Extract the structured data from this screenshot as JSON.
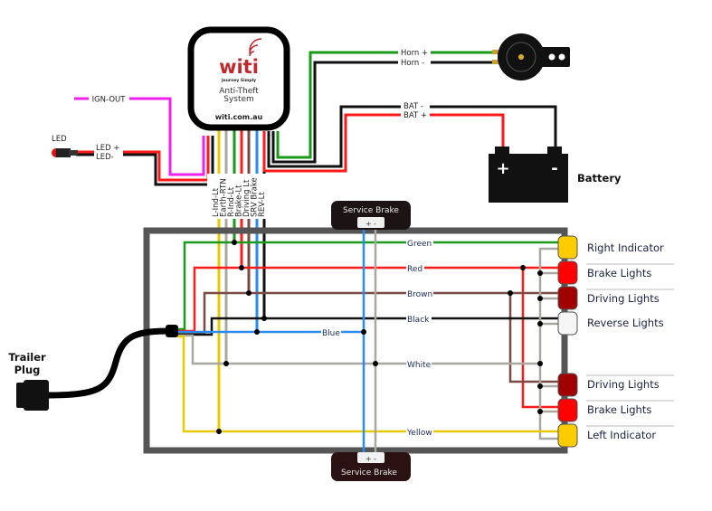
{
  "module": {
    "brand": "witi",
    "tagline": "Journey Simply",
    "title_line1": "Anti-Theft",
    "title_line2": "System",
    "website": "witi.com.au"
  },
  "colors": {
    "green": "#1a9a1a",
    "red": "#ff1a1a",
    "brown": "#7a4a44",
    "black": "#111111",
    "blue": "#2b8cf0",
    "white_wire": "#a8a8a0",
    "yellow": "#e8c800",
    "magenta": "#ee22ee",
    "frame": "#555555",
    "brand_red": "#c0282e",
    "lamp_amber": "#ffcc00",
    "lamp_red": "#ff0000",
    "lamp_darkred": "#a00000",
    "lamp_white": "#f5f5f5"
  },
  "ign_out_label": "IGN-OUT",
  "led": {
    "label": "LED",
    "pos_label": "LED +",
    "neg_label": "LED-"
  },
  "horn": {
    "pos_label": "Horn +",
    "neg_label": "Horn -"
  },
  "battery": {
    "neg_label": "BAT -",
    "pos_label": "BAT +",
    "name": "Battery",
    "plus_symbol": "+",
    "minus_symbol": "-"
  },
  "module_wires": [
    "L-Ind-Lt",
    "Earth-RTN",
    "R-Ind-Lt",
    "Brake-Lt",
    "Driving Lt",
    "SRV Brake",
    "REV-Lt"
  ],
  "service_brake": {
    "top_label": "Service Brake",
    "bottom_label": "Service Brake",
    "terminals": "+  -"
  },
  "trailer_plug": {
    "line1": "Trailer",
    "line2": "Plug"
  },
  "wire_labels": {
    "green": "Green",
    "red": "Red",
    "brown": "Brown",
    "black": "Black",
    "blue": "Blue",
    "white": "White",
    "yellow": "Yellow"
  },
  "lamps": [
    {
      "label": "Right Indicator",
      "color": "amber"
    },
    {
      "label": "Brake Lights",
      "color": "red"
    },
    {
      "label": "Driving Lights",
      "color": "darkred"
    },
    {
      "label": "Reverse Lights",
      "color": "white"
    },
    {
      "label": "Driving Lights",
      "color": "darkred"
    },
    {
      "label": "Brake Lights",
      "color": "red"
    },
    {
      "label": "Left Indicator",
      "color": "amber"
    }
  ]
}
